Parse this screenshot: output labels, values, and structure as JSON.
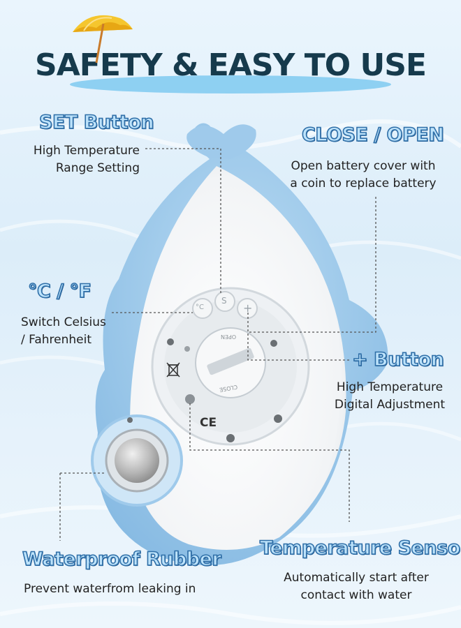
{
  "title": "SAFETY & EASY TO USE",
  "labels": {
    "set_button": {
      "heading": "SET Button",
      "desc": "High Temperature\nRange Setting"
    },
    "close_open": {
      "heading": "CLOSE / OPEN",
      "desc": "Open battery cover with\na coin to replace battery"
    },
    "celsius": {
      "heading": "°C / °F",
      "desc": "Switch Celsius\n/ Fahrenheit"
    },
    "plus_button": {
      "heading": "+ Button",
      "desc": "High Temperature\nDigital Adjustment"
    },
    "waterproof": {
      "heading": "Waterproof Rubber",
      "desc": "Prevent waterfrom leaking in"
    },
    "sensor": {
      "heading": "Temperature Sensor",
      "desc": "Automatically start after\ncontact with water"
    }
  },
  "device_marks": {
    "button_c": "°C",
    "button_s": "S",
    "button_plus": "+",
    "cover_open": "OPEN",
    "cover_close": "CLOSE",
    "ce_mark": "CE"
  },
  "icons": [
    "umbrella-icon",
    "waste-bin-icon",
    "ce-mark-icon"
  ],
  "colors": {
    "heading_fill": "#bde3fb",
    "heading_outline": "#2f6fa8",
    "title": "#163a4c",
    "device_blue": "#a6cfee",
    "device_white": "#f8f9fa"
  }
}
